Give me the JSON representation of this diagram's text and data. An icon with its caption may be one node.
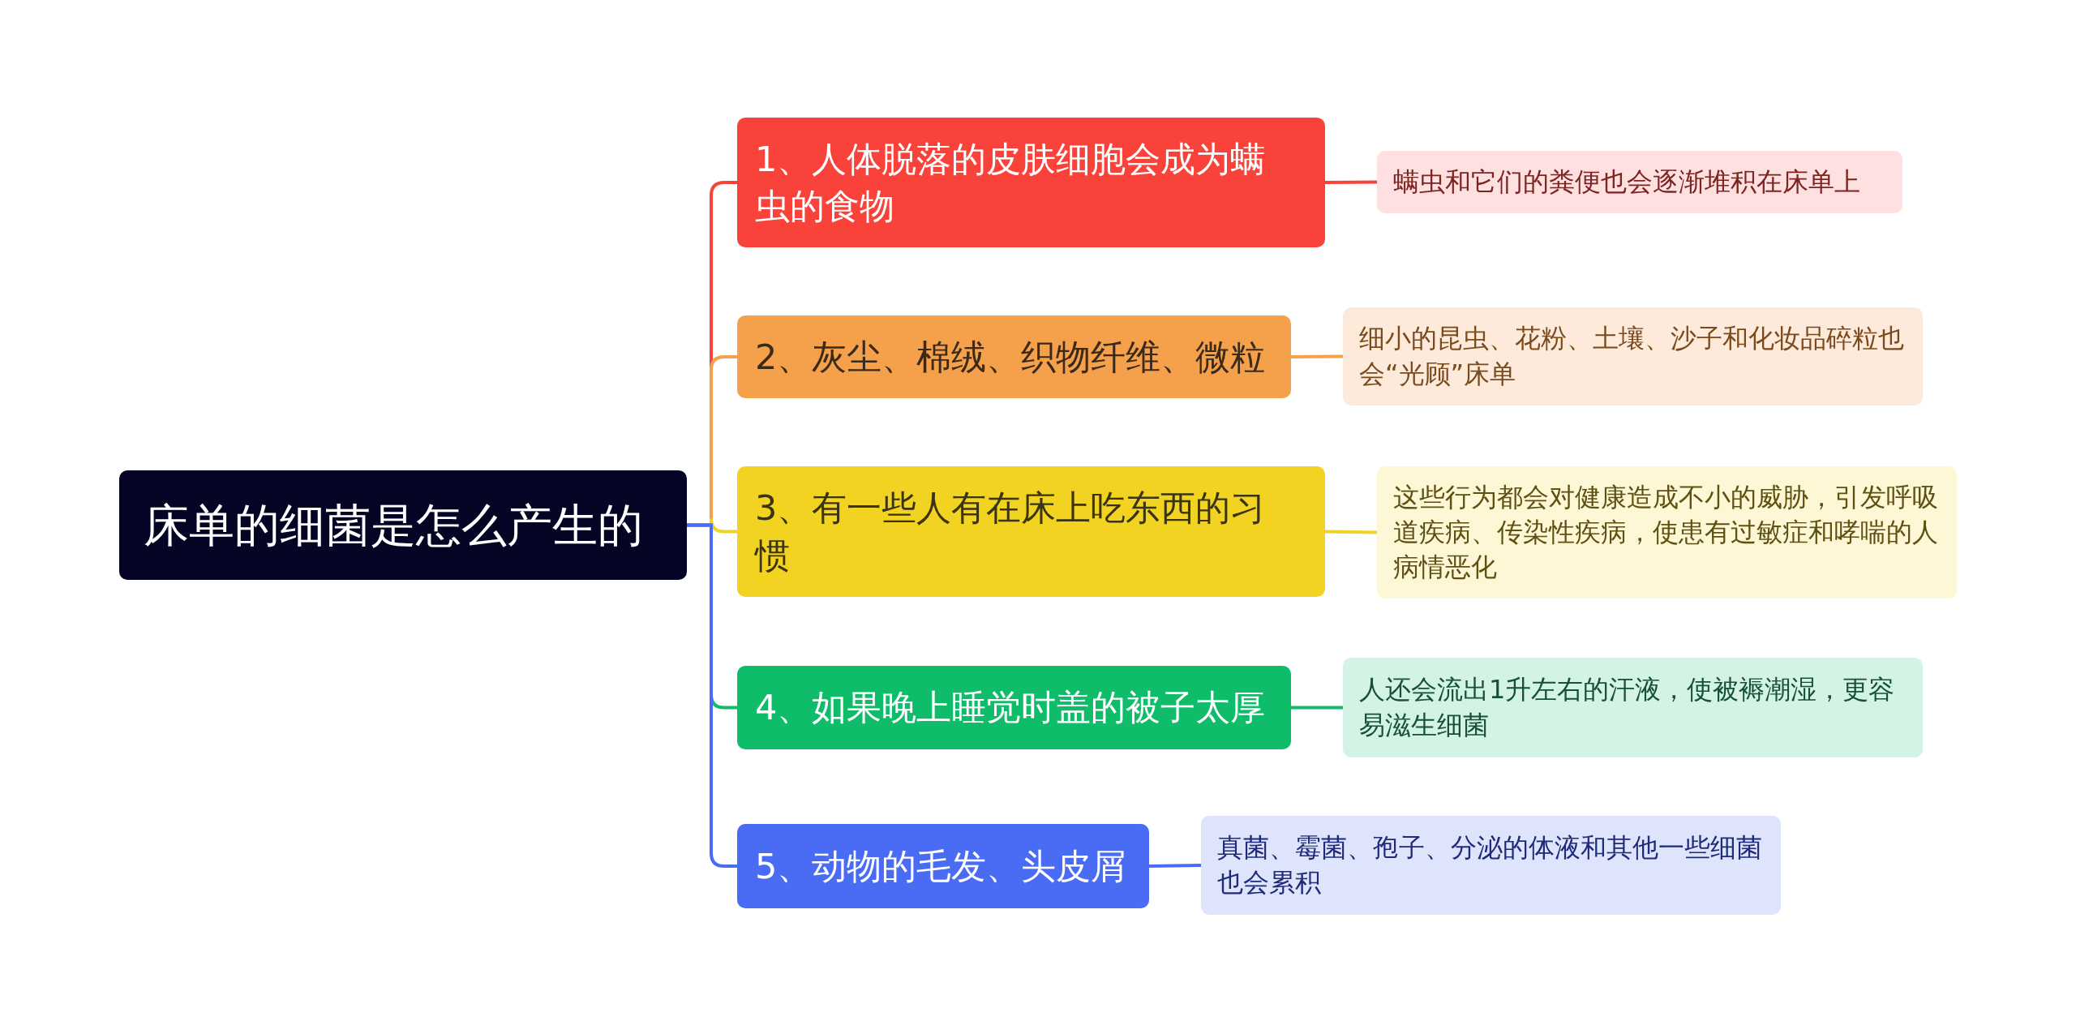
{
  "diagram": {
    "nodes": [
      {
        "text": [
          "床单的细菌是怎么产生的"
        ]
      },
      {
        "text": [
          "1、人体脱落的皮肤细胞会成为螨虫的食物"
        ]
      },
      {
        "text": [
          "螨虫和它们的粪便也会逐渐堆积在床单上"
        ]
      },
      {
        "text": [
          "2、灰尘、棉绒、织物纤维、微粒"
        ]
      },
      {
        "text": [
          "细小的昆虫、花粉、土壤、沙子和化妆品碎粒也会“光顾”床单"
        ]
      },
      {
        "text": [
          "3、有一些人有在床上吃东西的习惯"
        ]
      },
      {
        "text": [
          "这些行为都会对健康造成不小的威胁，引发呼吸道疾病、传染性疾病，使患有过敏症和哮喘的人病情恶化"
        ]
      },
      {
        "text": [
          "4、如果晚上睡觉时盖的被子太厚"
        ]
      },
      {
        "text": [
          "人还会流出1升左右的汗液，使被褥潮湿，更容易滋生细菌"
        ]
      },
      {
        "text": [
          "5、动物的毛发、头皮屑"
        ]
      },
      {
        "text": [
          "真菌、霉菌、孢子、分泌的体液和其他一些细菌也会累积"
        ]
      }
    ],
    "edges": [
      {
        "from": 0,
        "to": 1,
        "arrow": "none",
        "color": "#f9423a"
      },
      {
        "from": 1,
        "to": 2,
        "arrow": "none",
        "color": "#f9423a"
      },
      {
        "from": 0,
        "to": 3,
        "arrow": "none",
        "color": "#f5a04a"
      },
      {
        "from": 3,
        "to": 4,
        "arrow": "none",
        "color": "#f5a04a"
      },
      {
        "from": 0,
        "to": 5,
        "arrow": "none",
        "color": "#f2d321"
      },
      {
        "from": 5,
        "to": 6,
        "arrow": "none",
        "color": "#f2d321"
      },
      {
        "from": 0,
        "to": 7,
        "arrow": "none",
        "color": "#0ebc6a"
      },
      {
        "from": 7,
        "to": 8,
        "arrow": "none",
        "color": "#0ebc6a"
      },
      {
        "from": 0,
        "to": 9,
        "arrow": "none",
        "color": "#4a6cf5"
      },
      {
        "from": 9,
        "to": 10,
        "arrow": "none",
        "color": "#4a6cf5"
      }
    ]
  }
}
